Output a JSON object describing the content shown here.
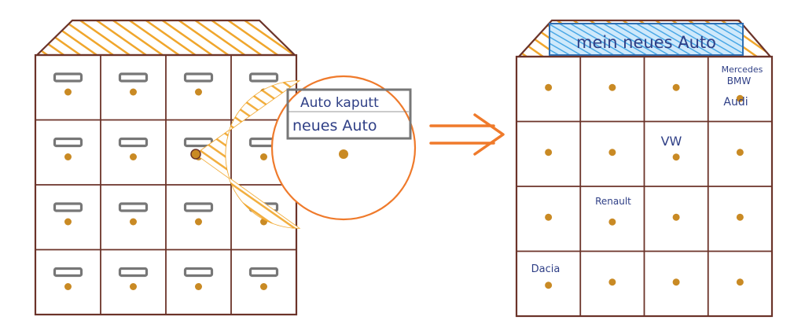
{
  "colors": {
    "frame": "#6b3329",
    "knob": "#c98a24",
    "hatch_orange": "#f0a62c",
    "hatch_blue": "#4aa8e6",
    "arrow": "#ef7a2b",
    "ink_blue": "#2f3f86",
    "handle_gray": "#777777"
  },
  "left_cabinet": {
    "rows": 4,
    "cols": 4,
    "magnified_drawer_labels": [
      "Auto kaputt",
      "neues Auto"
    ]
  },
  "arrow_icon": "double-arrow-right",
  "right_cabinet": {
    "rows": 4,
    "cols": 4,
    "top_label": "mein neues Auto",
    "drawer_labels": {
      "mercedes": "Mercedes",
      "bmw": "BMW",
      "audi": "Audi",
      "vw": "VW",
      "renault": "Renault",
      "dacia": "Dacia"
    }
  }
}
